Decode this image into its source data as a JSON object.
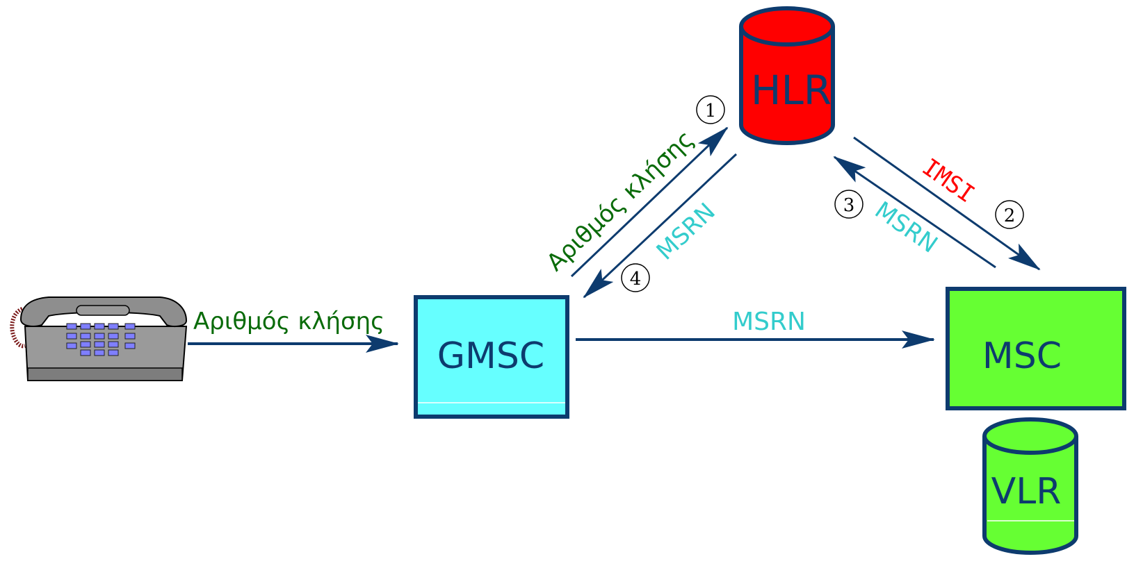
{
  "nodes": {
    "hlr": "HLR",
    "gmsc": "GMSC",
    "msc": "MSC",
    "vlr": "VLR"
  },
  "edges": {
    "phone_to_gmsc": "Αριθμός κλήσης",
    "gmsc_to_hlr": "Αριθμός κλήσης",
    "hlr_to_gmsc": "MSRN",
    "hlr_to_msc": "IMSI",
    "msc_to_hlr": "MSRN",
    "gmsc_to_msc": "MSRN"
  },
  "steps": [
    "1",
    "2",
    "3",
    "4"
  ],
  "colors": {
    "arrow": "#0d3b6e",
    "box_border": "#0d3b6e",
    "hlr_fill": "#ff0000",
    "gmsc_fill": "#66ffff",
    "msc_fill": "#66ff33",
    "vlr_fill": "#66ff33",
    "node_text": "#0d3b6e",
    "label_green": "#0a6b0a",
    "label_cyan": "#33cccc",
    "label_red": "#ff0000"
  },
  "icons": {
    "telephone": "desk-telephone-icon"
  }
}
